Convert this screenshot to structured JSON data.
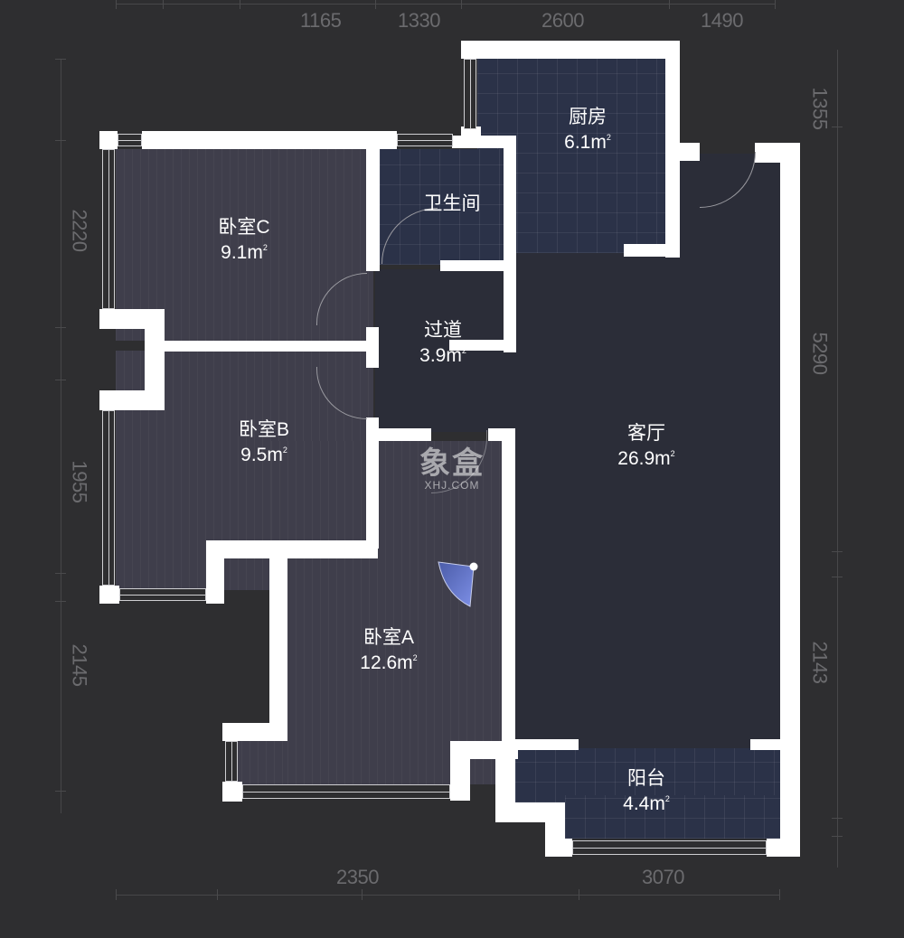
{
  "plan": {
    "background_color": "#2e2e30",
    "wall_color": "#ffffff"
  },
  "dimensions": {
    "top": [
      "1165",
      "1330",
      "2600",
      "1490"
    ],
    "bottom": [
      "2350",
      "3070"
    ],
    "left": [
      "2220",
      "1955",
      "2145"
    ],
    "right": [
      "1355",
      "5290",
      "2143"
    ]
  },
  "rooms": [
    {
      "id": "kitchen",
      "name": "厨房",
      "area": "6.1m",
      "unit_sup": "2"
    },
    {
      "id": "bathroom",
      "name": "卫生间"
    },
    {
      "id": "bedroom_c",
      "name": "卧室C",
      "area": "9.1m",
      "unit_sup": "2"
    },
    {
      "id": "hallway",
      "name": "过道",
      "area": "3.9m",
      "unit_sup": "2"
    },
    {
      "id": "bedroom_b",
      "name": "卧室B",
      "area": "9.5m",
      "unit_sup": "2"
    },
    {
      "id": "living_room",
      "name": "客厅",
      "area": "26.9m",
      "unit_sup": "2"
    },
    {
      "id": "bedroom_a",
      "name": "卧室A",
      "area": "12.6m",
      "unit_sup": "2"
    },
    {
      "id": "balcony",
      "name": "阳台",
      "area": "4.4m",
      "unit_sup": "2"
    }
  ],
  "watermark": {
    "cn": "象盒",
    "en": "XHJ.COM"
  },
  "viewpoint": {
    "icon": "camera-view-cone-icon",
    "color": "#6c7fd8"
  }
}
